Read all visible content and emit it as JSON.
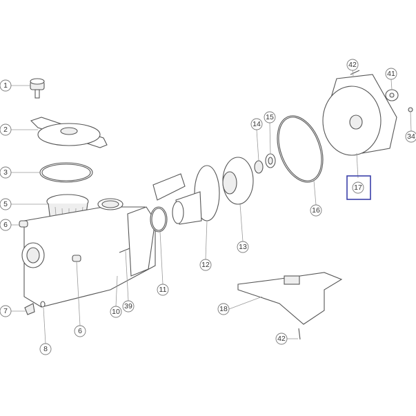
{
  "diagram": {
    "type": "exploded-parts-view",
    "highlight_color": "#3a3fa8",
    "callouts": {
      "c1": "1",
      "c2": "2",
      "c3": "3",
      "c5": "5",
      "c6a": "6",
      "c6b": "6",
      "c7": "7",
      "c8": "8",
      "c10": "10",
      "c39": "39",
      "c11": "11",
      "c12": "12",
      "c13": "13",
      "c14": "14",
      "c15": "15",
      "c16": "16",
      "c17": "17",
      "c42a": "42",
      "c41": "41",
      "c34": "34",
      "c18": "18",
      "c42b": "42"
    },
    "highlighted_part": "17"
  }
}
